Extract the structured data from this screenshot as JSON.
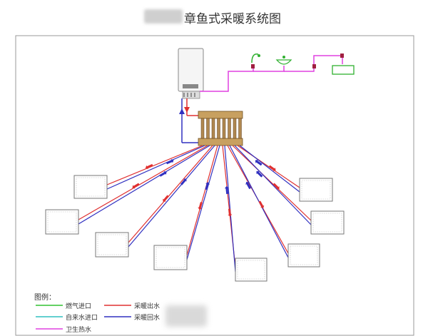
{
  "title": "章鱼式采暖系统图",
  "colors": {
    "hot_supply": "#e03030",
    "return": "#3030c0",
    "gas": "#30c030",
    "tap_water": "#30c0c0",
    "domestic_hot": "#e040e0",
    "frame": "#999999",
    "sink": "#30b030"
  },
  "legend": {
    "title": "图例：",
    "items": [
      {
        "label": "燃气进口",
        "color_key": "gas"
      },
      {
        "label": "自来水进口",
        "color_key": "tap_water"
      },
      {
        "label": "卫生热水",
        "color_key": "domestic_hot"
      },
      {
        "label": "采暖出水",
        "color_key": "hot_supply"
      },
      {
        "label": "采暖回水",
        "color_key": "return"
      }
    ]
  },
  "components": {
    "boiler": "boiler",
    "manifold": "manifold",
    "radiator_count": 8,
    "fixtures": [
      "shower",
      "washbasin",
      "sink"
    ]
  }
}
